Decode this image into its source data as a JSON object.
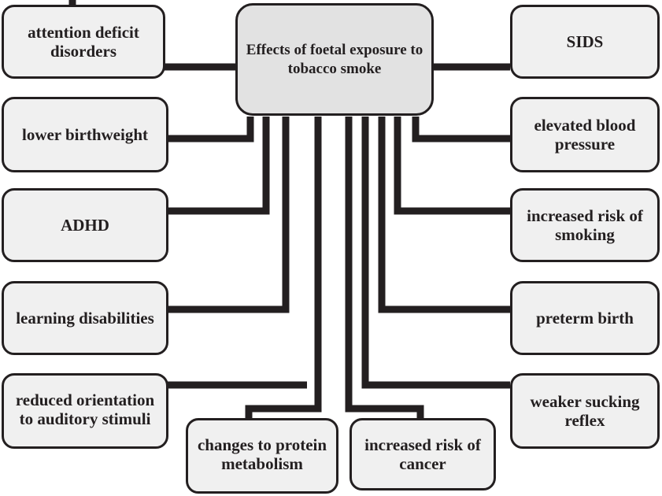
{
  "diagram": {
    "type": "mind-map",
    "title": "Effects of foetal exposure to tobacco smoke",
    "center": {
      "id": "center",
      "label": "Effects of foetal exposure to tobacco smoke"
    },
    "colors": {
      "line": "#231f20",
      "center_fill": "#e2e2e2",
      "node_fill": "#f0f0f0",
      "border": "#231f20",
      "text": "#231f20",
      "background": "#ffffff"
    },
    "left_nodes": [
      {
        "id": "attention-deficit-disorders",
        "label": "attention deficit disorders"
      },
      {
        "id": "lower-birthweight",
        "label": "lower birthweight"
      },
      {
        "id": "adhd",
        "label": "ADHD"
      },
      {
        "id": "learning-disabilities",
        "label": "learning disabilities"
      },
      {
        "id": "reduced-orientation-to-auditory-stimuli",
        "label": "reduced orientation to auditory stimuli"
      }
    ],
    "right_nodes": [
      {
        "id": "sids",
        "label": "SIDS"
      },
      {
        "id": "elevated-blood-pressure",
        "label": "elevated blood pressure"
      },
      {
        "id": "increased-risk-of-smoking",
        "label": "increased risk of smoking"
      },
      {
        "id": "preterm-birth",
        "label": "preterm birth"
      },
      {
        "id": "weaker-sucking-reflex",
        "label": "weaker sucking reflex"
      }
    ],
    "bottom_nodes": [
      {
        "id": "changes-to-protein-metabolism",
        "label": "changes to protein metabolism"
      },
      {
        "id": "increased-risk-of-cancer",
        "label": "increased risk of cancer"
      }
    ]
  }
}
